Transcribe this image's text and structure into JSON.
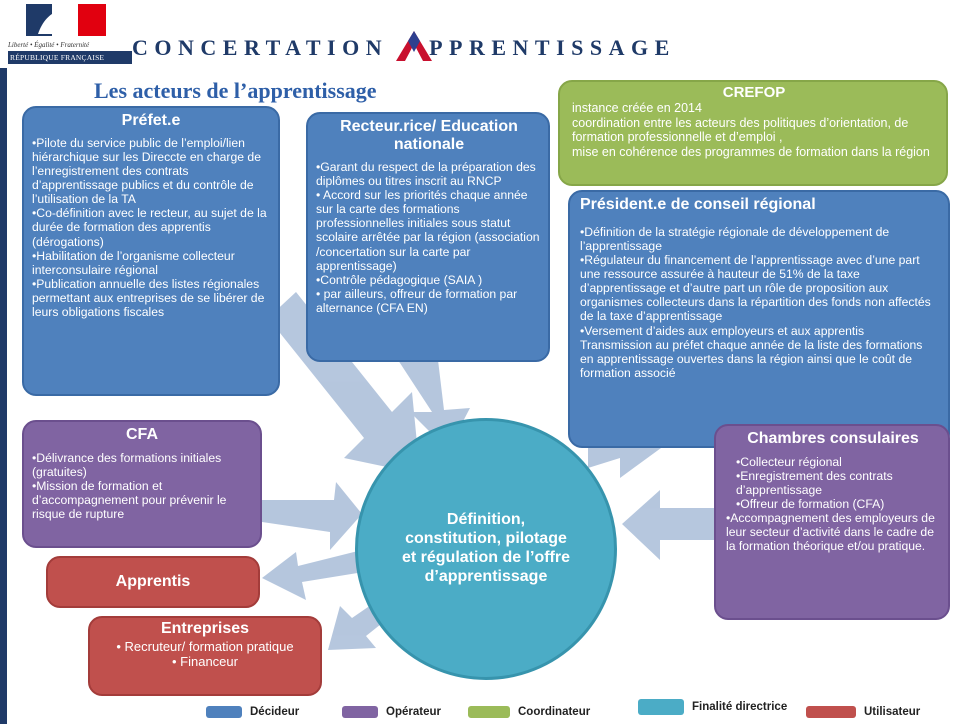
{
  "header": {
    "motto": "Liberté • Égalité • Fraternité",
    "republic": "RÉPUBLIQUE FRANÇAISE",
    "banner_word1": "CONCERTATION",
    "banner_word2": "PPRENTISSAGE",
    "subtitle": "Les acteurs de l’apprentissage"
  },
  "colors": {
    "decideur": "#4f81bd",
    "operateur": "#8064a2",
    "coordinateur": "#9bbb59",
    "finalite": "#4bacc6",
    "utilisateur": "#c0504d"
  },
  "boxes": {
    "prefet": {
      "title": "Préfet.e",
      "lines": [
        "•Pilote du service public de l’emploi/lien hiérarchique sur les Direccte en charge de l’enregistrement des contrats d’apprentissage publics et du contrôle de l’utilisation de la TA",
        "•Co-définition avec le recteur, au sujet de la durée de formation des apprentis (dérogations)",
        "•Habilitation de l’organisme collecteur interconsulaire régional",
        "•Publication annuelle des listes régionales permettant aux entreprises de se libérer de leurs obligations fiscales"
      ]
    },
    "recteur": {
      "title": "Recteur.rice/ Education nationale",
      "lines": [
        "•Garant du respect de la préparation des diplômes ou titres inscrit au RNCP",
        "• Accord sur les priorités chaque année sur la carte des formations professionnelles initiales sous statut scolaire  arrêtée par la région (association /concertation sur la carte par apprentissage)",
        "•Contrôle pédagogique (SAIA )",
        "• par ailleurs, offreur de formation par alternance (CFA EN)"
      ]
    },
    "crefop": {
      "title": "CREFOP",
      "lines": [
        "instance créée en 2014",
        "coordination entre les acteurs des politiques d’orientation, de formation professionnelle et d’emploi ,",
        "mise en cohérence des programmes de formation dans la région"
      ]
    },
    "president": {
      "title": "Président.e de conseil régional",
      "lines": [
        "•Définition de la stratégie régionale de développement de l’apprentissage",
        "•Régulateur du financement de l’apprentissage avec d’une part une ressource assurée à hauteur de 51% de la taxe d’apprentissage et d’autre part un rôle de proposition aux organismes collecteurs dans la répartition des fonds non affectés de la taxe d’apprentissage",
        "•Versement d’aides aux employeurs et aux apprentis Transmission au préfet chaque année de la liste des formations en apprentissage ouvertes dans la région ainsi que le coût de formation associé"
      ]
    },
    "cfa": {
      "title": "CFA",
      "lines": [
        "•Délivrance des formations initiales (gratuites)",
        "•Mission de formation et d’accompagnement pour prévenir le risque de rupture"
      ]
    },
    "chambres": {
      "title": "Chambres consulaires",
      "lines": [
        "•Collecteur régional",
        "•Enregistrement des contrats d’apprentissage",
        "•Offreur de formation (CFA)",
        "•Accompagnement des employeurs de leur secteur d’activité dans le cadre de la formation théorique et/ou pratique."
      ]
    },
    "apprentis": {
      "title": "Apprentis"
    },
    "entreprises": {
      "title": "Entreprises",
      "lines": [
        "•      Recruteur/ formation pratique",
        "•      Financeur"
      ]
    }
  },
  "center": {
    "text": "Définition, constitution, pilotage et régulation de l’offre d’apprentissage"
  },
  "legend": [
    {
      "label": "Décideur",
      "color": "#4f81bd"
    },
    {
      "label": "Opérateur",
      "color": "#8064a2"
    },
    {
      "label": "Coordinateur",
      "color": "#9bbb59"
    },
    {
      "label": "Finalité directrice",
      "color": "#4bacc6"
    },
    {
      "label": "Utilisateur",
      "color": "#c0504d"
    }
  ]
}
